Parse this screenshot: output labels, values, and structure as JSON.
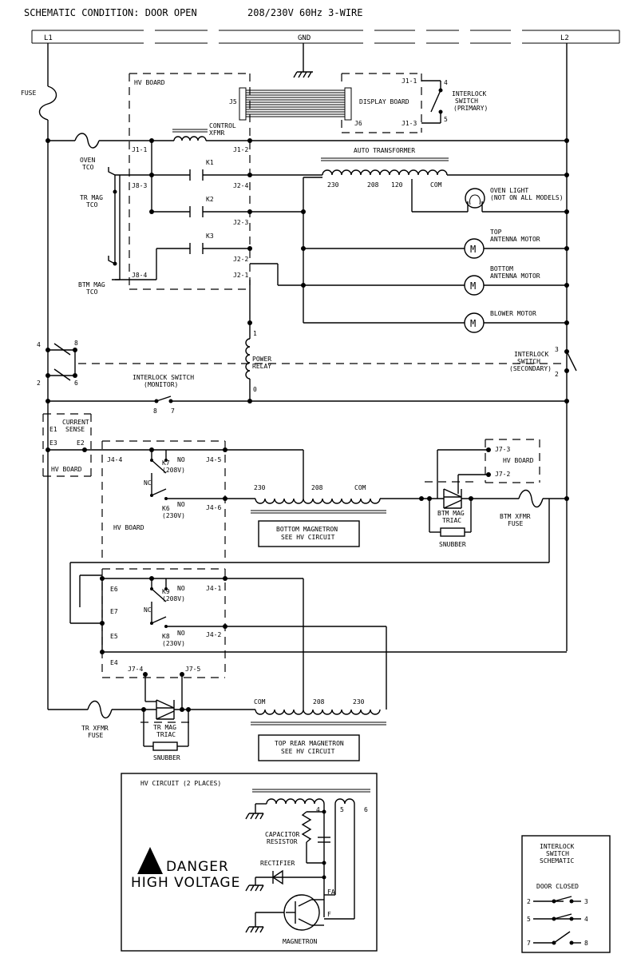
{
  "header": {
    "condition": "SCHEMATIC CONDITION: DOOR OPEN",
    "supply": "208/230V 60Hz 3-WIRE"
  },
  "bus": {
    "l1": "L1",
    "gnd": "GND",
    "l2": "L2"
  },
  "labels": {
    "fuse": "FUSE",
    "hv_board": "HV BOARD",
    "j5": "J5",
    "j6": "J6",
    "display_board": "DISPLAY BOARD",
    "j1_1": "J1-1",
    "j1_3": "J1-3",
    "pin4": "4",
    "pin5": "5",
    "interlock_primary_1": "INTERLOCK",
    "interlock_primary_2": "SWITCH",
    "interlock_primary_3": "(PRIMARY)",
    "control_xfmr_1": "CONTROL",
    "control_xfmr_2": "XFMR",
    "oven_tco_1": "OVEN",
    "oven_tco_2": "TCO",
    "j1_1b": "J1-1",
    "j1_2": "J1-2",
    "k1": "K1",
    "k2": "K2",
    "k3": "K3",
    "j8_3": "J8-3",
    "j8_4": "J8-4",
    "j2_4": "J2-4",
    "j2_3": "J2-3",
    "j2_2": "J2-2",
    "j2_1": "J2-1",
    "tr_mag_tco_1": "TR MAG",
    "tr_mag_tco_2": "TCO",
    "btm_mag_tco_1": "BTM MAG",
    "btm_mag_tco_2": "TCO",
    "auto_transformer": "AUTO TRANSFORMER",
    "tap_230": "230",
    "tap_208": "208",
    "tap_120": "120",
    "tap_com": "COM",
    "oven_light_1": "OVEN LIGHT",
    "oven_light_2": "(NOT ON ALL MODELS)",
    "top_ant_1": "TOP",
    "top_ant_2": "ANTENNA MOTOR",
    "btm_ant_1": "BOTTOM",
    "btm_ant_2": "ANTENNA MOTOR",
    "blower_motor": "BLOWER MOTOR",
    "motor_symbol": "M",
    "power_relay_1": "POWER",
    "power_relay_2": "RELAY",
    "relay_1": "1",
    "relay_0": "0",
    "mon_4": "4",
    "mon_8": "8",
    "mon_2": "2",
    "mon_6": "6",
    "interlock_monitor_1": "INTERLOCK SWITCH",
    "interlock_monitor_2": "(MONITOR)",
    "mon_8b": "8",
    "mon_7": "7",
    "interlock_secondary_1": "INTERLOCK",
    "interlock_secondary_2": "SWITCH",
    "interlock_secondary_3": "(SECONDARY)",
    "sec_3": "3",
    "sec_2": "2",
    "e1": "E1",
    "current_sense_1": "CURRENT",
    "current_sense_2": "SENSE",
    "e3": "E3",
    "e2": "E2",
    "j4_4": "J4-4",
    "k7_1": "K7",
    "k7_2": "(208V)",
    "no_1": "NO",
    "j4_5": "J4-5",
    "nc_1": "NC",
    "k6_1": "K6",
    "k6_2": "(230V)",
    "no_2": "NO",
    "j4_6": "J4-6",
    "b_230": "230",
    "b_208": "208",
    "b_com": "COM",
    "bottom_magnetron_1": "BOTTOM MAGNETRON",
    "bottom_magnetron_2": "SEE HV CIRCUIT",
    "j7_3": "J7-3",
    "j7_2": "J7-2",
    "btm_triac_1": "BTM MAG",
    "btm_triac_2": "TRIAC",
    "snubber": "SNUBBER",
    "btm_xfmr_fuse_1": "BTM XFMR",
    "btm_xfmr_fuse_2": "FUSE",
    "e6": "E6",
    "k9_1": "K9",
    "k9_2": "(208V)",
    "no_3": "NO",
    "j4_1": "J4-1",
    "e7": "E7",
    "nc_2": "NC",
    "e5": "E5",
    "k8_1": "K8",
    "k8_2": "(230V)",
    "no_4": "NO",
    "j4_2": "J4-2",
    "e4": "E4",
    "j7_4": "J7-4",
    "j7_5": "J7-5",
    "tr_xfmr_fuse_1": "TR XFMR",
    "tr_xfmr_fuse_2": "FUSE",
    "tr_triac_1": "TR MAG",
    "tr_triac_2": "TRIAC",
    "t_com": "COM",
    "t_208": "208",
    "t_230": "230",
    "top_rear_1": "TOP REAR MAGNETRON",
    "top_rear_2": "SEE HV CIRCUIT",
    "hv_circuit": "HV CIRCUIT (2 PLACES)",
    "hv_4": "4",
    "hv_5": "5",
    "hv_6": "6",
    "cap_1": "CAPACITOR",
    "cap_2": "RESISTOR",
    "rectifier": "RECTIFIER",
    "fa": "FA",
    "f": "F",
    "magnetron": "MAGNETRON",
    "danger_1": "DANGER",
    "danger_2": "HIGH VOLTAGE",
    "sch_1": "INTERLOCK",
    "sch_2": "SWITCH",
    "sch_3": "SCHEMATIC",
    "door_closed": "DOOR CLOSED",
    "s2": "2",
    "s3": "3",
    "s5": "5",
    "s4": "4",
    "s7": "7",
    "s8": "8"
  }
}
